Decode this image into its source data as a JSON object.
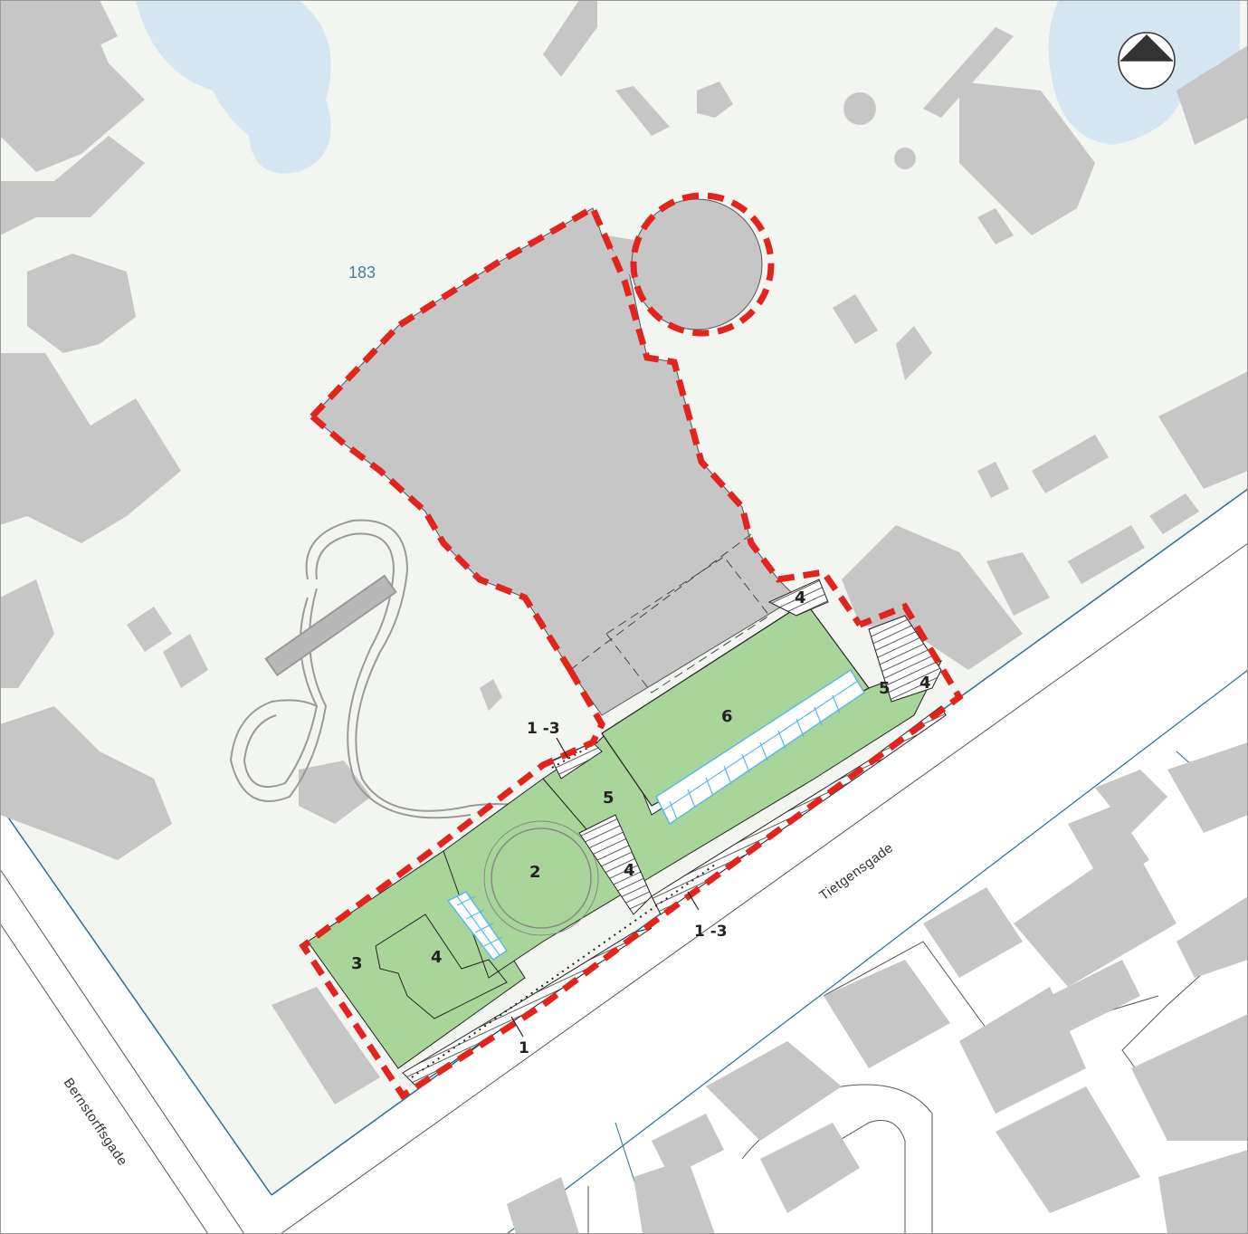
{
  "map": {
    "plot_number": "183",
    "streets": {
      "tietgensgade": "Tietgensgade",
      "bernstorffsgade": "Bernstorffsgade"
    },
    "zones": {
      "z1": "1",
      "z2": "2",
      "z3": "3",
      "z4a": "4",
      "z4b": "4",
      "z4c": "4",
      "z4d": "4",
      "z5a": "5",
      "z5b": "5",
      "z6": "6",
      "z13a": "1 -3",
      "z13b": "1 -3"
    },
    "north_arrow": "north-arrow-icon",
    "colors": {
      "background": "#f2f5f0",
      "water": "#d6e6f1",
      "building": "#c6c6c6",
      "green_zone": "#a8d59a",
      "green_patch": "#8cc97b",
      "boundary": "#e2241e",
      "street_line": "#2a6e8c",
      "glass_grid": "#5ab8e8"
    }
  }
}
